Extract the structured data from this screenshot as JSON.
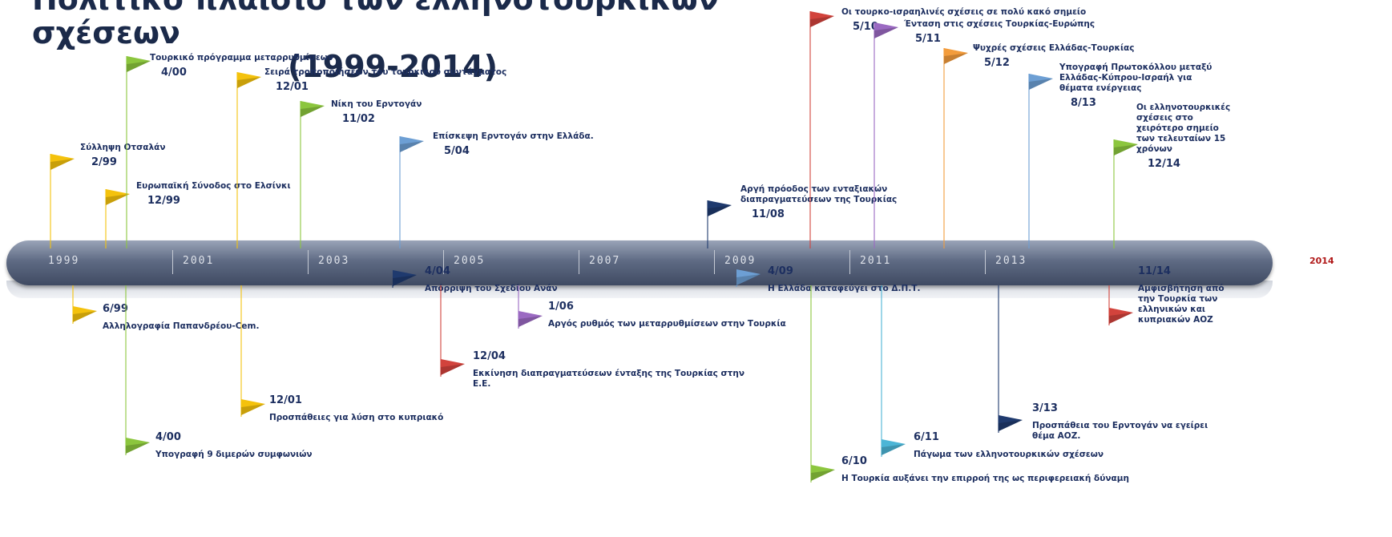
{
  "title": {
    "line1": "Πολιτικό πλαίσιο των ελληνοτουρκικών σχέσεων",
    "line2": "(1999-2014)"
  },
  "colors": {
    "yellow": "#f4c20d",
    "green": "#8cc63e",
    "blue_light": "#6d9fd4",
    "navy": "#1f3a6e",
    "red": "#d2433c",
    "purple": "#9b6ac2",
    "orange": "#f39c3c",
    "cyan": "#4cb5d6"
  },
  "timeline": {
    "years": [
      "1999",
      "2001",
      "2003",
      "2005",
      "2007",
      "2009",
      "2011",
      "2013"
    ],
    "end_year": "2014"
  },
  "events": [
    {
      "date": "2/99",
      "label": "Σύλληψη Οτσαλάν",
      "color": "yellow"
    },
    {
      "date": "12/99",
      "label": "Ευρωπαϊκή Σύνοδος στο Ελσίνκι",
      "color": "yellow"
    },
    {
      "date": "4/00",
      "label": "Τουρκικό πρόγραμμα μεταρρυθμίσεων",
      "color": "green"
    },
    {
      "date": "12/01",
      "label": "Σειρά τροποποιήσεων του τουρκικού συντάγματος",
      "color": "yellow"
    },
    {
      "date": "11/02",
      "label": "Νίκη του Ερντογάν",
      "color": "green"
    },
    {
      "date": "5/04",
      "label": "Επίσκεψη Ερντογάν στην Ελλάδα.",
      "color": "blue_light"
    },
    {
      "date": "11/08",
      "label": "Αργή πρόοδος των ενταξιακών διαπραγματεύσεων της Τουρκίας",
      "color": "navy"
    },
    {
      "date": "5/10",
      "label": "Οι τουρκο-ισραηλινές σχέσεις σε πολύ κακό σημείο",
      "color": "red"
    },
    {
      "date": "5/11",
      "label": "Ένταση στις σχέσεις Τουρκίας-Ευρώπης",
      "color": "purple"
    },
    {
      "date": "5/12",
      "label": "Ψυχρές σχέσεις Ελλάδας-Τουρκίας",
      "color": "orange"
    },
    {
      "date": "8/13",
      "label": "Υπογραφή Πρωτοκόλλου μεταξύ Ελλάδας-Κύπρου-Ισραήλ για θέματα ενέργειας",
      "color": "blue_light"
    },
    {
      "date": "12/14",
      "label": "Οι ελληνοτουρκικές σχέσεις στο χειρότερο σημείο των τελευταίων 15 χρόνων",
      "color": "green"
    },
    {
      "date": "6/99",
      "label": "Αλληλογραφία Παπανδρέου-Cem.",
      "color": "yellow"
    },
    {
      "date": "4/00",
      "label": "Υπογραφή 9 διμερών συμφωνιών",
      "color": "green"
    },
    {
      "date": "12/01",
      "label": "Προσπάθειες για λύση στο κυπριακό",
      "color": "yellow"
    },
    {
      "date": "4/04",
      "label": "Απόρριψη του Σχεδίου Ανάν",
      "color": "navy"
    },
    {
      "date": "12/04",
      "label": "Εκκίνηση διαπραγματεύσεων ένταξης της Τουρκίας στην Ε.Ε.",
      "color": "red"
    },
    {
      "date": "1/06",
      "label": "Αργός ρυθμός των μεταρρυθμίσεων στην Τουρκία",
      "color": "purple"
    },
    {
      "date": "4/09",
      "label": "Η Ελλάδα καταφεύγει στο Δ.Π.Τ.",
      "color": "blue_light"
    },
    {
      "date": "6/10",
      "label": "Η Τουρκία αυξάνει την επιρροή της ως περιφερειακή δύναμη",
      "color": "green"
    },
    {
      "date": "6/11",
      "label": "Πάγωμα των ελληνοτουρκικών σχέσεων",
      "color": "cyan"
    },
    {
      "date": "3/13",
      "label": "Προσπάθεια του Ερντογάν να εγείρει θέμα ΑΟΖ.",
      "color": "navy"
    },
    {
      "date": "11/14",
      "label": "Αμφισβήτηση από την Τουρκία των ελληνικών και κυπριακών ΑΟΖ",
      "color": "red"
    }
  ]
}
